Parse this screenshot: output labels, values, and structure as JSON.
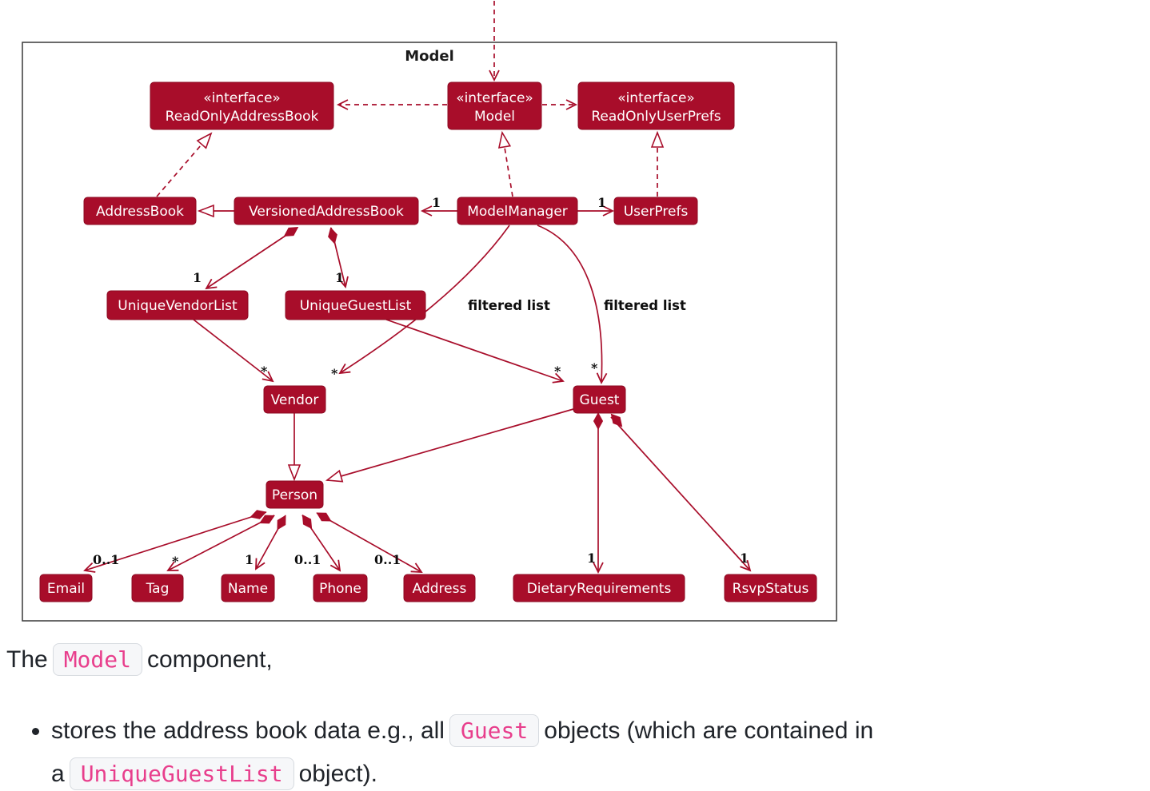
{
  "colors": {
    "diagram_red": "#a80d2a",
    "diagram_red_dark": "#8c0a22",
    "box_text": "#ffffff",
    "label_black": "#0d0d0d",
    "frame_border": "#383838",
    "code_pink": "#e83e8c",
    "chip_bg": "#f6f7f9",
    "chip_border": "#d7dbe0",
    "body_text": "#20242a"
  },
  "diagram": {
    "frame_title": "Model",
    "nodes": {
      "readonly_address_book": {
        "stereotype": "«interface»",
        "name": "ReadOnlyAddressBook"
      },
      "model_interface": {
        "stereotype": "«interface»",
        "name": "Model"
      },
      "readonly_user_prefs": {
        "stereotype": "«interface»",
        "name": "ReadOnlyUserPrefs"
      },
      "address_book": {
        "name": "AddressBook"
      },
      "versioned_address_book": {
        "name": "VersionedAddressBook"
      },
      "model_manager": {
        "name": "ModelManager"
      },
      "user_prefs": {
        "name": "UserPrefs"
      },
      "unique_vendor_list": {
        "name": "UniqueVendorList"
      },
      "unique_guest_list": {
        "name": "UniqueGuestList"
      },
      "vendor": {
        "name": "Vendor"
      },
      "guest": {
        "name": "Guest"
      },
      "person": {
        "name": "Person"
      },
      "email": {
        "name": "Email"
      },
      "tag": {
        "name": "Tag"
      },
      "name": {
        "name": "Name"
      },
      "phone": {
        "name": "Phone"
      },
      "address": {
        "name": "Address"
      },
      "dietary_requirements": {
        "name": "DietaryRequirements"
      },
      "rsvp_status": {
        "name": "RsvpStatus"
      }
    },
    "edge_labels": {
      "mm_to_vab": "1",
      "mm_to_userprefs": "1",
      "vab_to_uvl": "1",
      "vab_to_ugl": "1",
      "filtered_list_vendor": "filtered list",
      "filtered_list_guest": "filtered list",
      "uvl_to_vendor": "*",
      "mm_to_vendor": "*",
      "ugl_to_guest": "*",
      "mm_to_guest": "*",
      "person_email": "0..1",
      "person_tag": "*",
      "person_name": "1",
      "person_phone": "0..1",
      "person_address": "0..1",
      "guest_dietary": "1",
      "guest_rsvp": "1"
    }
  },
  "text": {
    "intro_before": "The",
    "intro_code": "Model",
    "intro_after": "component,",
    "bullet_part1": "stores the address book data e.g., all",
    "bullet_code1": "Guest",
    "bullet_part2": "objects (which are contained in a",
    "bullet_code2": "UniqueGuestList",
    "bullet_part3": "object)."
  }
}
